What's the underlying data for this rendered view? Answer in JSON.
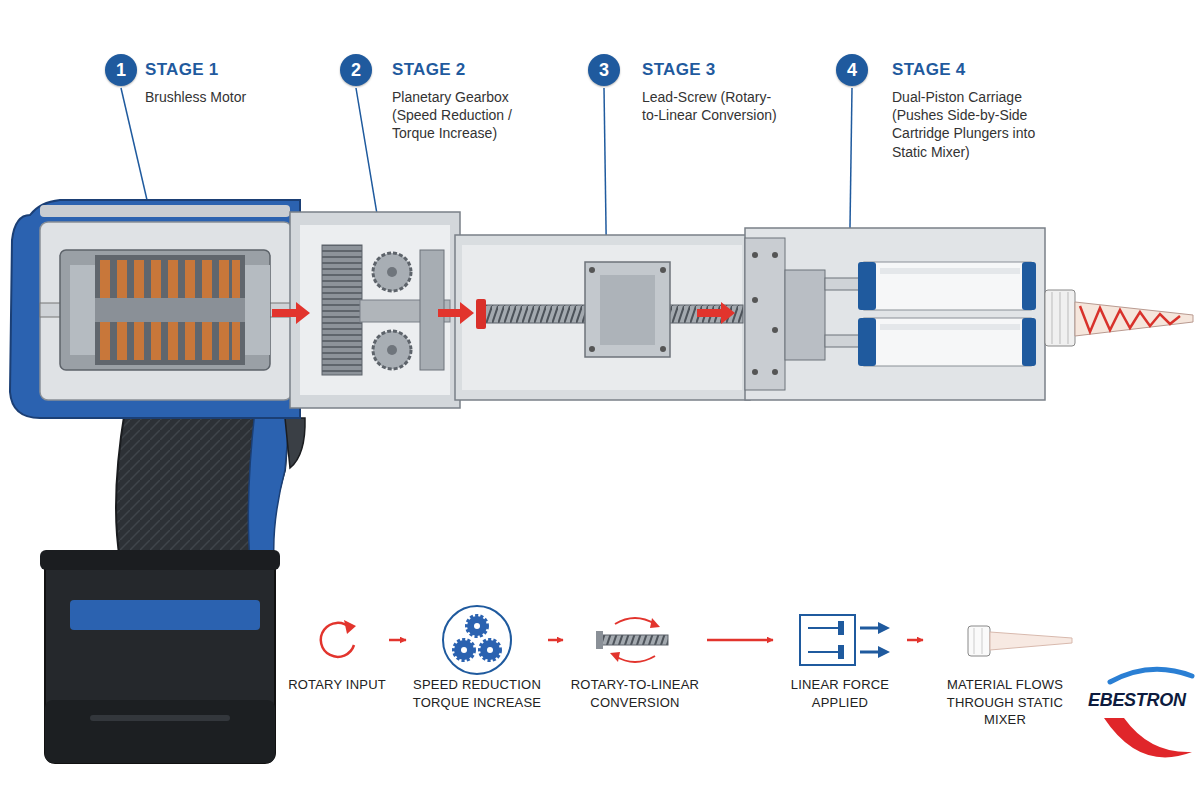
{
  "diagram": {
    "nodes": [
      {
        "text": [
          "1"
        ]
      },
      {
        "text": [
          "2"
        ]
      },
      {
        "text": [
          "3"
        ]
      },
      {
        "text": [
          "4"
        ]
      },
      {
        "text": [
          "ROTARY INPUT"
        ]
      },
      {
        "text": [
          "SPEED REDUCTION TORQUE INCREASE"
        ]
      },
      {
        "text": [
          "ROTARY-TO-LINEAR CONVERSION"
        ]
      },
      {
        "text": [
          "LINEAR FORCE APPLIED"
        ]
      },
      {
        "text": [
          "MATERIAL FLOWS THROUGH STATIC MIXER"
        ]
      }
    ],
    "edges": [
      {
        "from": 4,
        "to": 5,
        "arrow": "to"
      },
      {
        "from": 5,
        "to": 6,
        "arrow": "to"
      },
      {
        "from": 6,
        "to": 7,
        "arrow": "to"
      },
      {
        "from": 7,
        "to": 8,
        "arrow": "to"
      }
    ],
    "labels": [
      "STAGE 1",
      "Brushless Motor",
      "STAGE 2",
      "Planetary Gearbox (Speed Reduction / Torque Increase)",
      "STAGE 3",
      "Lead-Screw (Rotary-to-Linear Conversion)",
      "STAGE 4",
      "Dual-Piston Carriage (Pushes Side-by-Side Cartridge Plungers into Static Mixer)",
      "EBESTRON"
    ]
  }
}
